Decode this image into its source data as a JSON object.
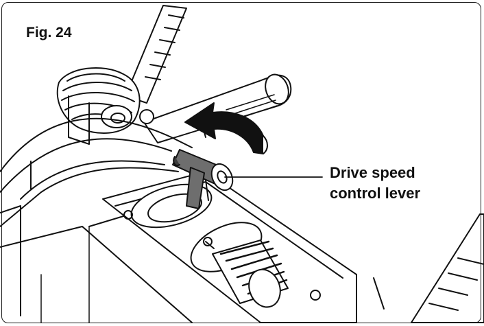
{
  "figure": {
    "label": "Fig. 24"
  },
  "callout": {
    "line1": "Drive speed",
    "line2": "control lever"
  },
  "colors": {
    "ink": "#111111",
    "lever": "#6e6e6e",
    "lever_dark": "#3c3c3c",
    "background": "#ffffff"
  },
  "icons": [
    "rotation-arrow-icon"
  ]
}
